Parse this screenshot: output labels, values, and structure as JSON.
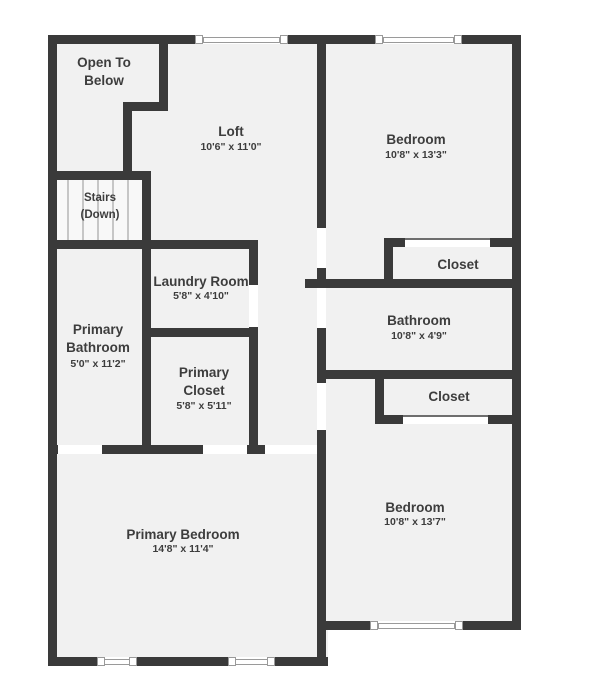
{
  "colors": {
    "wall": "#3a3a3a",
    "floor": "#f1f1f1",
    "exterior": "#ffffff",
    "text": "#3d3d3d",
    "stair_line": "#c6c6c6",
    "window_frame": "#9a9a9a",
    "opening_line": "#6e6e6e"
  },
  "rooms": {
    "open_to_below": {
      "name": "Open To Below"
    },
    "loft": {
      "name": "Loft",
      "dims": "10'6\" x 11'0\""
    },
    "bedroom_top": {
      "name": "Bedroom",
      "dims": "10'8\" x 13'3\""
    },
    "stairs": {
      "name": "Stairs (Down)"
    },
    "laundry": {
      "name": "Laundry Room",
      "dims": "5'8\" x 4'10\""
    },
    "closet_top": {
      "name": "Closet"
    },
    "bathroom": {
      "name": "Bathroom",
      "dims": "10'8\" x 4'9\""
    },
    "primary_bathroom": {
      "name": "Primary Bathroom",
      "dims": "5'0\" x 11'2\""
    },
    "primary_closet": {
      "name": "Primary Closet",
      "dims": "5'8\" x 5'11\""
    },
    "closet_bottom": {
      "name": "Closet"
    },
    "primary_bedroom": {
      "name": "Primary Bedroom",
      "dims": "14'8\" x 11'4\""
    },
    "bedroom_bottom": {
      "name": "Bedroom",
      "dims": "10'8\" x 13'7\""
    }
  }
}
